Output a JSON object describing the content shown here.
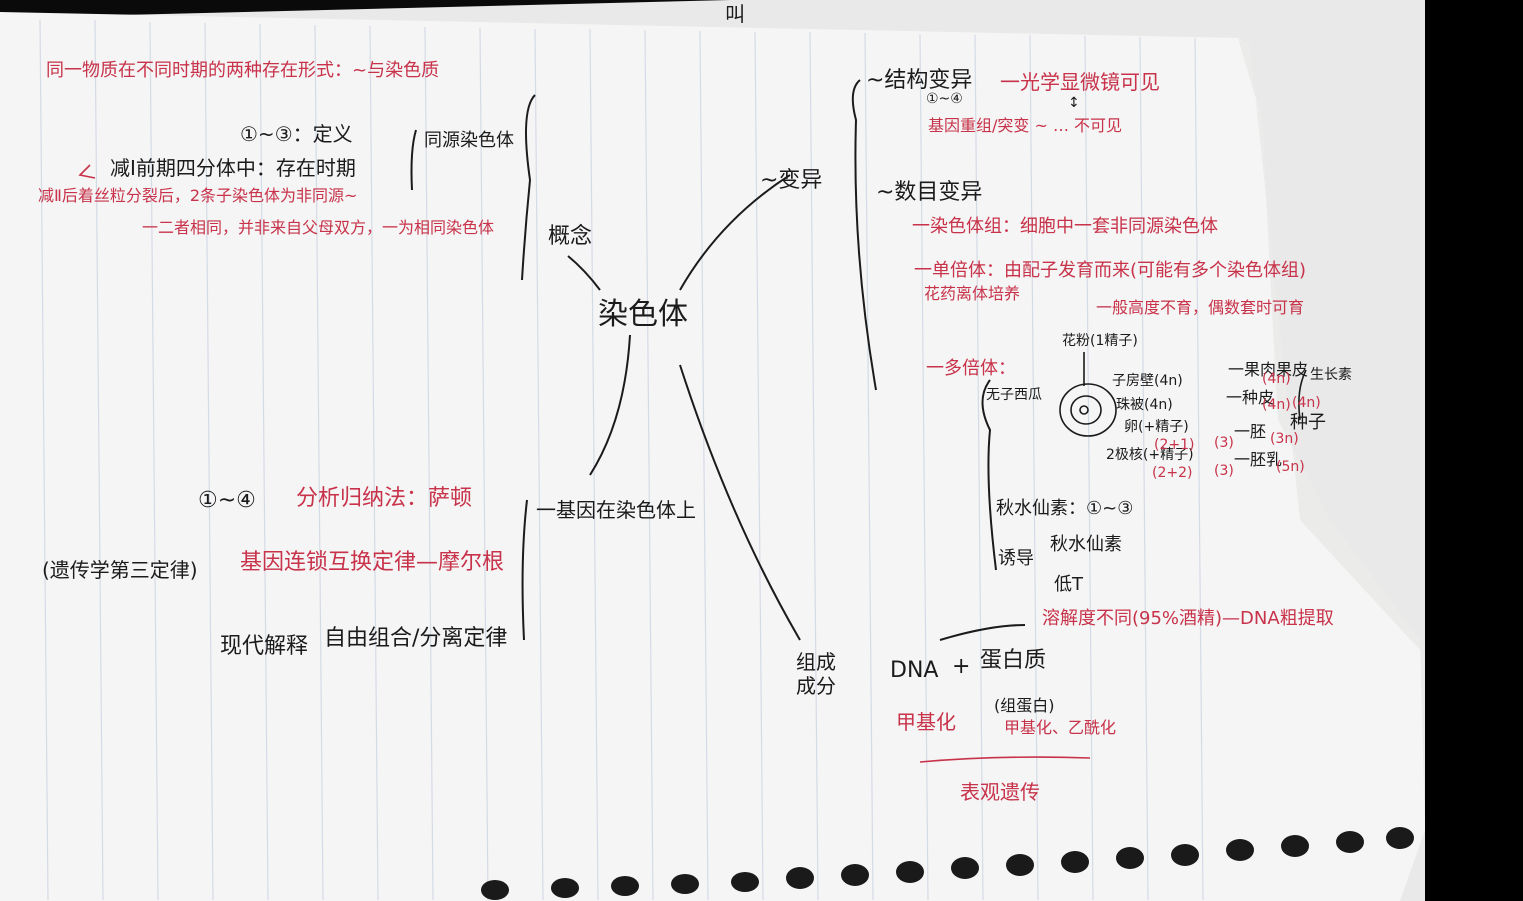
{
  "colors": {
    "paper": "#f4f5f4",
    "background": "#000000",
    "rule_line": "#d5dbe6",
    "ink_black": "#1b1b1b",
    "ink_red": "#c8324a",
    "spiral_ring": "#1a1a1a"
  },
  "center": {
    "label": "染色体"
  },
  "branches": {
    "concept": {
      "label": "概念",
      "items": [
        "同一物质在不同时期的两种存在形式：~与染色质",
        "①~③：定义",
        "同源染色体",
        "减Ⅰ前期四分体中：存在时期",
        "减Ⅱ后着丝粒分裂后，2条子染色体为非同源~",
        "一二者相同，并非来自父母双方，一为相同染色体"
      ]
    },
    "gene": {
      "label": "一基因在染色体上",
      "items": [
        "①~④",
        "分析归纳法：萨顿",
        "(遗传学第三定律)",
        "基因连锁互换定律—摩尔根",
        "现代解释",
        "自由组合/分离定律"
      ]
    },
    "variation": {
      "label": "~变异",
      "structural": {
        "title": "~结构变异",
        "items": [
          "一光学显微镜可见",
          "①~④",
          "↕",
          "基因重组/突变 ~ … 不可见"
        ]
      },
      "numerical": {
        "title": "~数目变异",
        "items": [
          "一染色体组：细胞中一套非同源染色体",
          "一单倍体：由配子发育而来(可能有多个染色体组)",
          "花药离体培养",
          "一般高度不育，偶数套时可育",
          "一多倍体：",
          "无子西瓜",
          "花粉(1精子)",
          "子房壁(4n)",
          "珠被(4n)",
          "卵(+精子)",
          "2极核(+精子)",
          "(2+1)",
          "(2+2)",
          "(3)",
          "(3)",
          "一果肉果皮",
          "一种皮",
          "一胚",
          "一胚乳",
          "(4n)",
          "(4n)",
          "(3n)",
          "(5n)",
          "生长素",
          "种子",
          "(4n)",
          "秋水仙素：①~③",
          "诱导",
          "秋水仙素",
          "低T"
        ]
      }
    },
    "composition": {
      "label": "组成成分",
      "parts": [
        "DNA",
        "+",
        "蛋白质"
      ],
      "extraction": "溶解度不同(95%酒精)—DNA粗提取",
      "below": [
        "甲基化",
        "(组蛋白)",
        "甲基化、乙酰化"
      ],
      "bracket_label": "表观遗传"
    }
  },
  "top_mark": "叫"
}
